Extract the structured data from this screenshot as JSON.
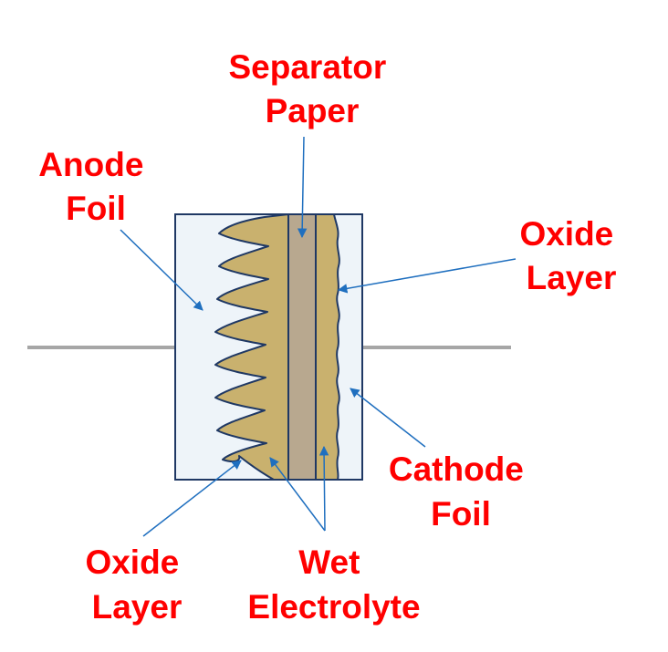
{
  "colors": {
    "label_text": "#ff0000",
    "pointer": "#1f6fbf",
    "lead_wire": "#a6a6a6",
    "case_fill": "#eef4f9",
    "case_outline": "#1f3864",
    "conductor_fill": "#c9b16e",
    "separator_fill": "#b8a88f",
    "line": "#1f3864"
  },
  "labels": {
    "separator": [
      "Separator",
      "Paper"
    ],
    "anode": [
      "Anode",
      "Foil"
    ],
    "oxide_right": [
      "Oxide",
      "Layer"
    ],
    "cathode": [
      "Cathode",
      "Foil"
    ],
    "oxide_left": [
      "Oxide",
      "Layer"
    ],
    "electrolyte": [
      "Wet",
      "Electrolyte"
    ]
  }
}
